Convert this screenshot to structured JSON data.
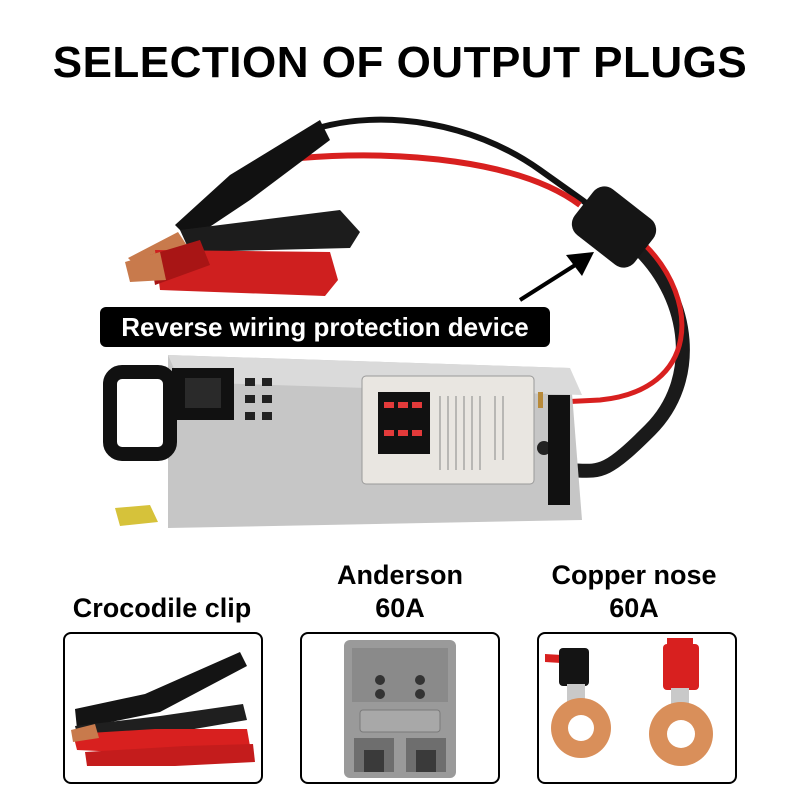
{
  "title": "SELECTION OF OUTPUT PLUGS",
  "callout": "Reverse wiring protection device",
  "options": [
    {
      "name": "Crocodile clip",
      "rating": ""
    },
    {
      "name": "Anderson",
      "rating": "60A"
    },
    {
      "name": "Copper nose",
      "rating": "60A"
    }
  ],
  "colors": {
    "red": "#d8201f",
    "black": "#111111",
    "copper": "#d98f5a",
    "gray": "#9a9a9a",
    "silver": "#c9c9c9"
  }
}
